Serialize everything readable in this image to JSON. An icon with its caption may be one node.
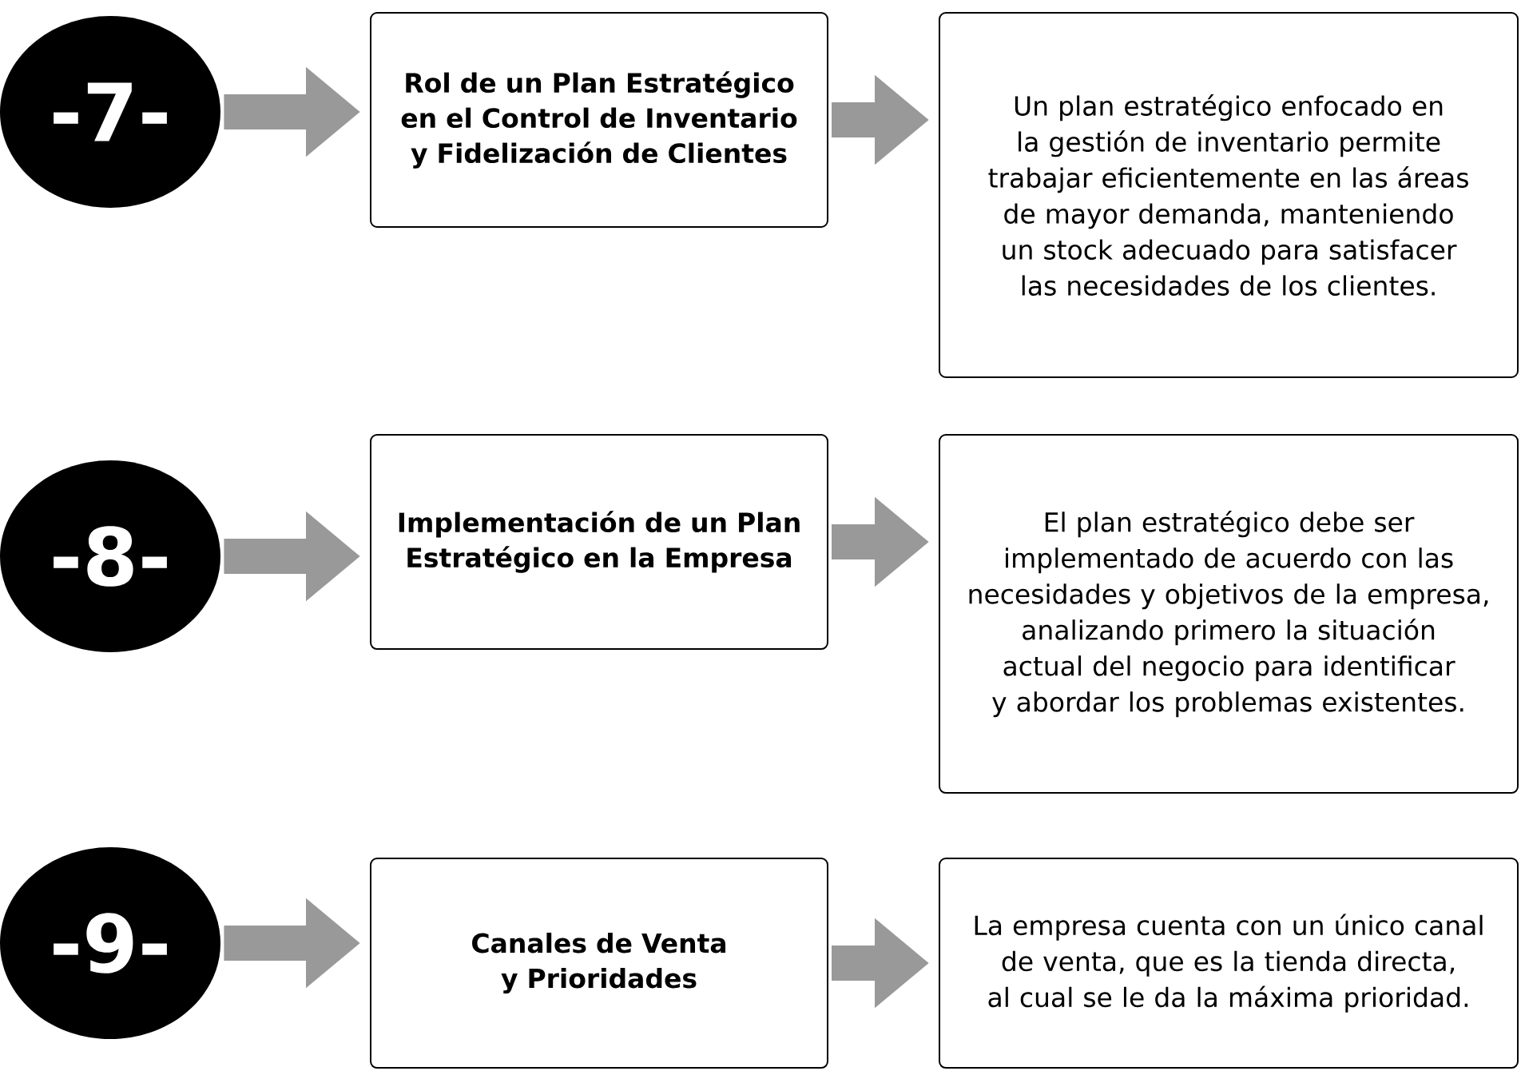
{
  "diagram": {
    "nodes": [
      {
        "text": [
          "-7-"
        ]
      },
      {
        "text": [
          "Rol de un Plan Estratégico en el Control de Inventario y Fidelización de Clientes"
        ]
      },
      {
        "text": [
          "Un plan estratégico enfocado en la gestión de inventario permite trabajar eficientemente en las áreas de mayor demanda, manteniendo un stock adecuado para satisfacer las necesidades de los clientes."
        ]
      },
      {
        "text": [
          "-8-"
        ]
      },
      {
        "text": [
          "Implementación de un Plan Estratégico en la Empresa"
        ]
      },
      {
        "text": [
          "El plan estratégico debe ser implementado de acuerdo con las necesidades y objetivos de la empresa, analizando primero la situación actual del negocio para identificar y abordar los problemas existentes."
        ]
      },
      {
        "text": [
          "-9-"
        ]
      },
      {
        "text": [
          "Canales de Venta y Prioridades"
        ]
      },
      {
        "text": [
          "La empresa cuenta con un único canal de venta, que es la tienda directa, al cual se le da la máxima prioridad."
        ]
      }
    ],
    "edges": [
      {
        "from": 0,
        "to": 1,
        "arrow": "to"
      },
      {
        "from": 1,
        "to": 2,
        "arrow": "to"
      },
      {
        "from": 3,
        "to": 4,
        "arrow": "to"
      },
      {
        "from": 4,
        "to": 5,
        "arrow": "to"
      },
      {
        "from": 6,
        "to": 7,
        "arrow": "to"
      },
      {
        "from": 7,
        "to": 8,
        "arrow": "to"
      }
    ]
  }
}
